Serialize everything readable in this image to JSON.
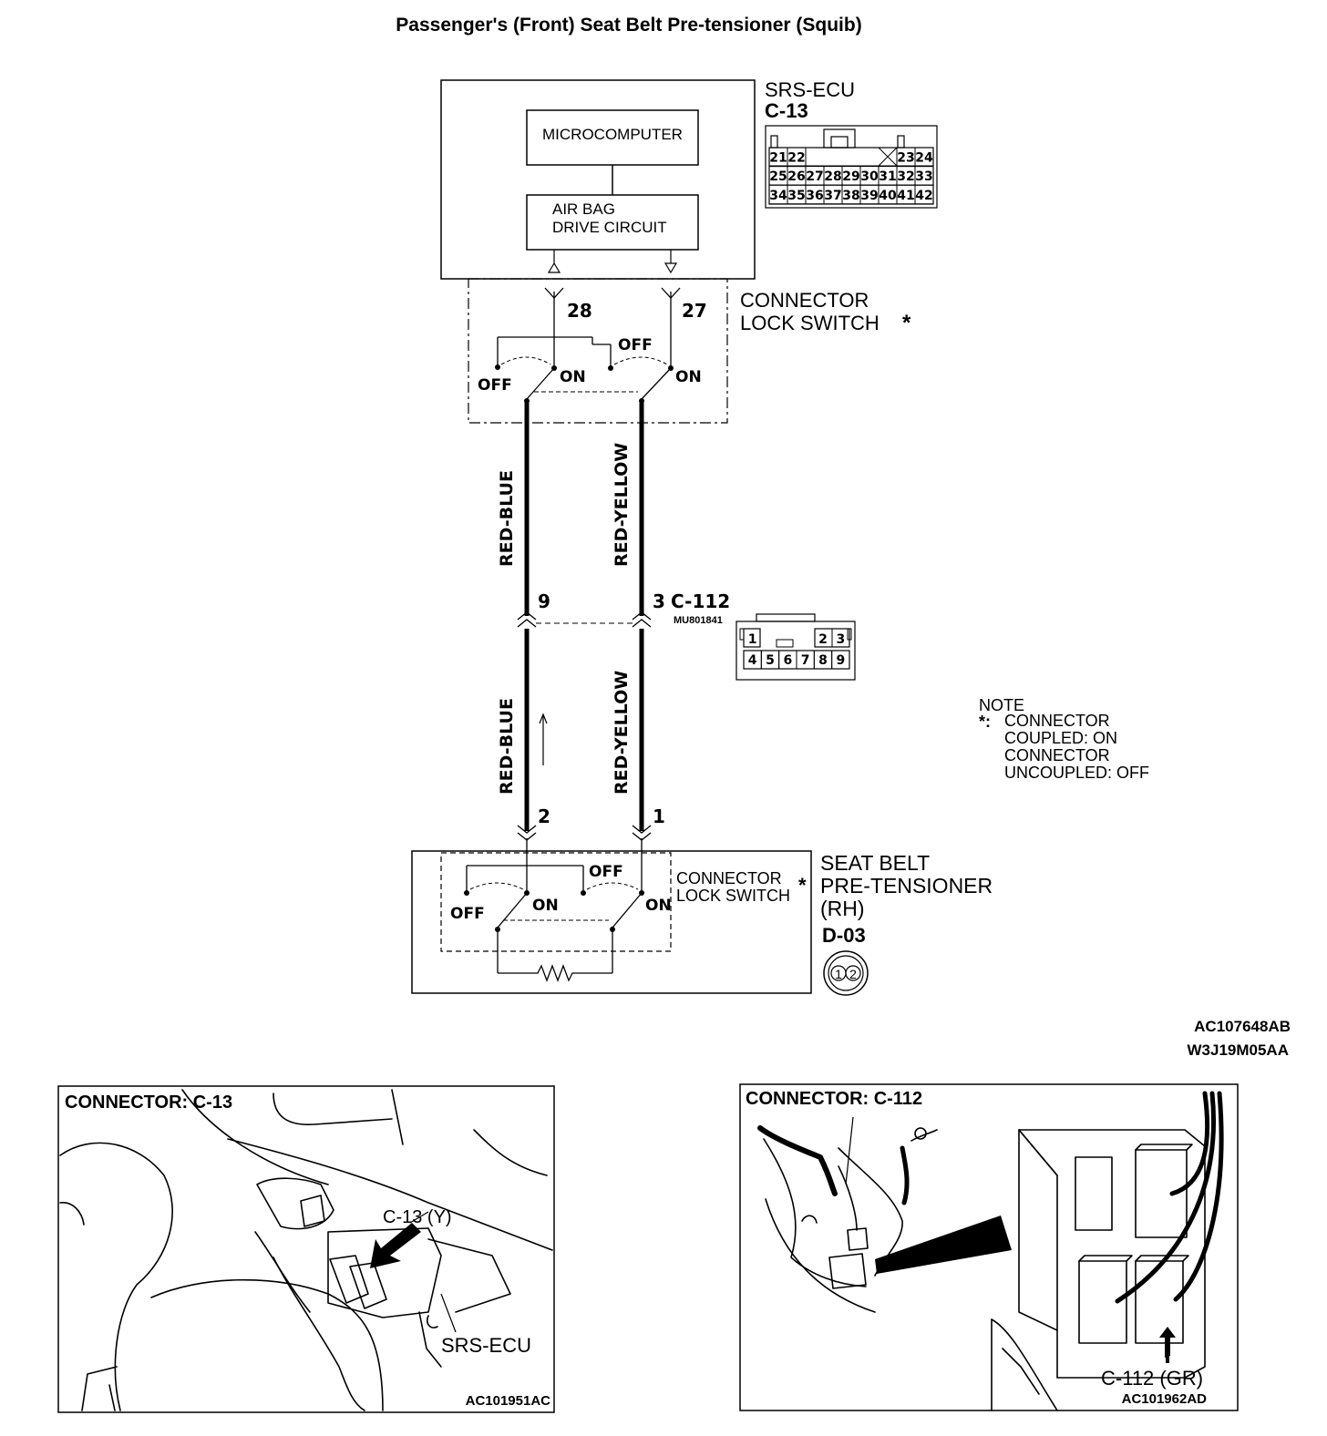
{
  "title": "Passenger's (Front) Seat Belt Pre-tensioner (Squib)",
  "ecu": {
    "name": "SRS-ECU",
    "connector": "C-13",
    "microcomputer": "MICROCOMPUTER",
    "drive_circuit_line1": "AIR BAG",
    "drive_circuit_line2": "DRIVE CIRCUIT",
    "pin_rows": [
      [
        "21",
        "22",
        "",
        "",
        "",
        "",
        "",
        "23",
        "24"
      ],
      [
        "25",
        "26",
        "27",
        "28",
        "29",
        "30",
        "31",
        "32",
        "33"
      ],
      [
        "34",
        "35",
        "36",
        "37",
        "38",
        "39",
        "40",
        "41",
        "42"
      ]
    ]
  },
  "ecu_lock_switch": {
    "label_line1": "CONNECTOR",
    "label_line2": "LOCK SWITCH",
    "asterisk": "*",
    "pin_left": "28",
    "pin_right": "27",
    "off_left": "OFF",
    "on_left": "ON",
    "off_right": "OFF",
    "on_right": "ON"
  },
  "wires": {
    "left_upper": "RED-BLUE",
    "right_upper": "RED-YELLOW",
    "left_lower": "RED-BLUE",
    "right_lower": "RED-YELLOW"
  },
  "c112": {
    "name": "C-112",
    "part": "MU801841",
    "pin_left": "9",
    "pin_right": "3",
    "top_row": [
      "1",
      "",
      "",
      "",
      "2",
      "3"
    ],
    "bottom_row": [
      "4",
      "5",
      "6",
      "7",
      "8",
      "9"
    ]
  },
  "pretensioner": {
    "label_line1": "SEAT BELT",
    "label_line2": "PRE-TENSIONER",
    "label_line3": "(RH)",
    "connector": "D-03",
    "pin_left": "2",
    "pin_right": "1",
    "lock_label_line1": "CONNECTOR",
    "lock_label_line2": "LOCK SWITCH",
    "asterisk": "*",
    "off_left": "OFF",
    "on_left": "ON",
    "off_right": "OFF",
    "on_right": "ON",
    "icon_pins": [
      "1",
      "2"
    ]
  },
  "note": {
    "heading": "NOTE",
    "marker": "*:",
    "line1": "CONNECTOR",
    "line2": "COUPLED: ON",
    "line3": "CONNECTOR",
    "line4": "UNCOUPLED: OFF"
  },
  "codes": {
    "code1": "AC107648AB",
    "code2": "W3J19M05AA"
  },
  "photo_c13": {
    "title": "CONNECTOR: C-13",
    "callout": "C-13 (Y)",
    "ecu_label": "SRS-ECU",
    "code": "AC101951AC"
  },
  "photo_c112": {
    "title": "CONNECTOR: C-112",
    "callout": "C-112 (GR)",
    "code": "AC101962AD"
  }
}
